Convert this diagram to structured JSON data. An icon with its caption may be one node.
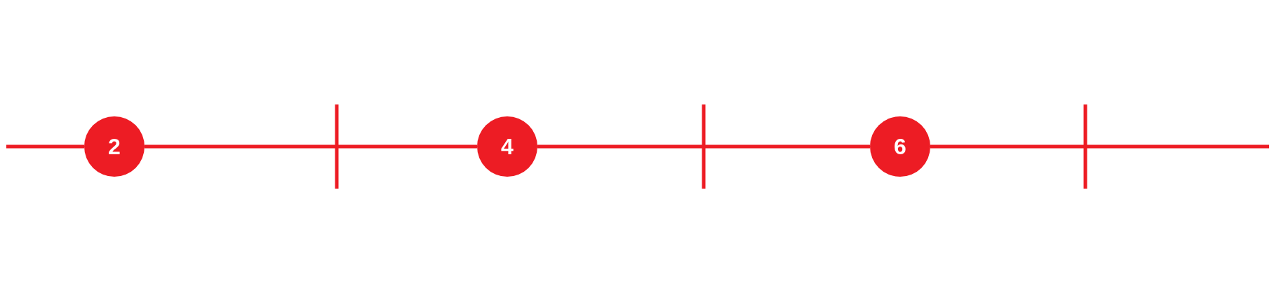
{
  "diagram": {
    "nodes": [
      {
        "text": [
          "2"
        ]
      },
      {
        "text": [
          "4"
        ]
      },
      {
        "text": [
          "6"
        ]
      }
    ],
    "edges": [
      {
        "from": null,
        "to": 0,
        "arrow": "none"
      },
      {
        "from": 0,
        "to": 1,
        "arrow": "none"
      },
      {
        "from": 1,
        "to": 2,
        "arrow": "none"
      },
      {
        "from": 2,
        "to": null,
        "arrow": "none"
      }
    ]
  }
}
